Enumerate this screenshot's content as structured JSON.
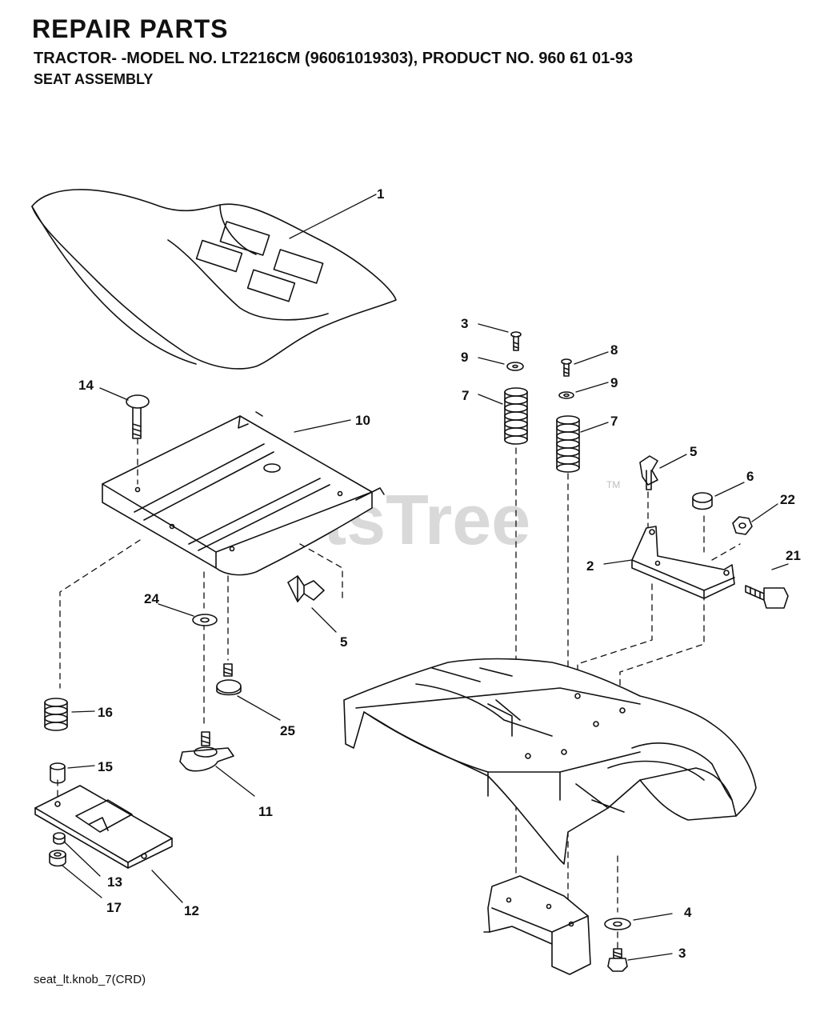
{
  "header": {
    "title": "REPAIR PARTS",
    "subtitle": "TRACTOR- -MODEL NO. LT2216CM (96061019303), PRODUCT NO. 960 61 01-93",
    "section": "SEAT ASSEMBLY"
  },
  "footer": {
    "code": "seat_lt.knob_7(CRD)"
  },
  "watermark": {
    "text": "PartsTree",
    "tm": "TM"
  },
  "callouts": {
    "c1": "1",
    "c2": "2",
    "c3a": "3",
    "c3b": "3",
    "c4": "4",
    "c5a": "5",
    "c5b": "5",
    "c6": "6",
    "c7a": "7",
    "c7b": "7",
    "c8": "8",
    "c9a": "9",
    "c9b": "9",
    "c10": "10",
    "c11": "11",
    "c12": "12",
    "c13": "13",
    "c14": "14",
    "c15": "15",
    "c16": "16",
    "c17": "17",
    "c21": "21",
    "c22": "22",
    "c24": "24",
    "c25": "25"
  },
  "colors": {
    "line": "#111111",
    "watermark": "#d9d9d9"
  }
}
